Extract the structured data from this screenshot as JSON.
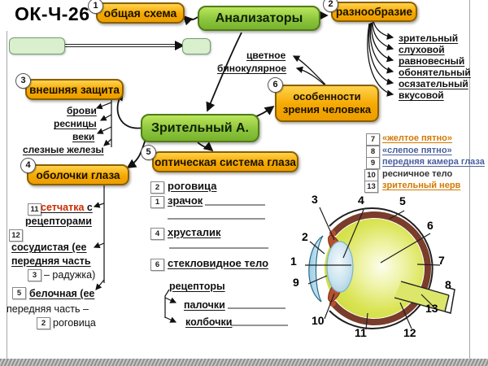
{
  "title": "ОК-Ч-26",
  "colors": {
    "box_orange": "#F5A800",
    "box_green": "#8CC63E",
    "pale_green": "#D9EFCE",
    "retina_red": "#CC2A00",
    "legend_orange": "#D47800",
    "legend_blue": "#4A5F9E"
  },
  "boxes": {
    "general_schema": {
      "num": "1",
      "label": "общая схема"
    },
    "analyzers": {
      "label": "Анализаторы"
    },
    "diversity": {
      "num": "2",
      "label": "разнообразие"
    },
    "external_protection": {
      "num": "3",
      "label": "внешняя защита"
    },
    "eye_shells": {
      "num": "4",
      "label": "оболочки глаза"
    },
    "visual_analyzer": {
      "label": "Зрительный А."
    },
    "optical_system": {
      "num": "5",
      "label": "оптическая система глаза"
    },
    "vision_features": {
      "num": "6",
      "label": "особенности зрения человека"
    }
  },
  "analyzer_types": [
    "зрительный",
    "слуховой",
    "равновесный",
    "обонятельный",
    "осязательный",
    "вкусовой"
  ],
  "vision_properties": [
    "цветное",
    "бинокулярное"
  ],
  "protection_items": [
    "брови",
    "ресницы",
    "веки",
    "слезные железы"
  ],
  "optical_items": [
    {
      "num": "2",
      "label": "роговица"
    },
    {
      "num": "1",
      "label": "зрачок"
    },
    {
      "num": "4",
      "label": "хрусталик"
    },
    {
      "num": "6",
      "label": "стекловидное тело"
    }
  ],
  "receptors": {
    "label": "рецепторы",
    "items": [
      "палочки",
      "колбочки"
    ]
  },
  "shells": {
    "retina": {
      "num": "11",
      "highlight": "сетчатка",
      "rest": " с",
      "line2": "рецепторами"
    },
    "vascular": {
      "num": "12",
      "line1": "сосудистая (ее",
      "line2": "передняя часть",
      "inline_num": "3",
      "line3": "– радужка)"
    },
    "sclera": {
      "num": "5",
      "line1": "белочная (ее",
      "line2": "передняя часть –",
      "inline_num": "2",
      "line3": "роговица"
    }
  },
  "eye_legend": [
    {
      "num": "7",
      "label": "«желтое пятно»"
    },
    {
      "num": "8",
      "label": "«слепое пятно»"
    },
    {
      "num": "9",
      "label": "передняя камера глаза"
    },
    {
      "num": "10",
      "label": "ресничное тело"
    },
    {
      "num": "13",
      "label": "зрительный нерв"
    }
  ],
  "eye_callouts": [
    "1",
    "2",
    "3",
    "4",
    "5",
    "6",
    "7",
    "8",
    "9",
    "10",
    "11",
    "12",
    "13"
  ]
}
